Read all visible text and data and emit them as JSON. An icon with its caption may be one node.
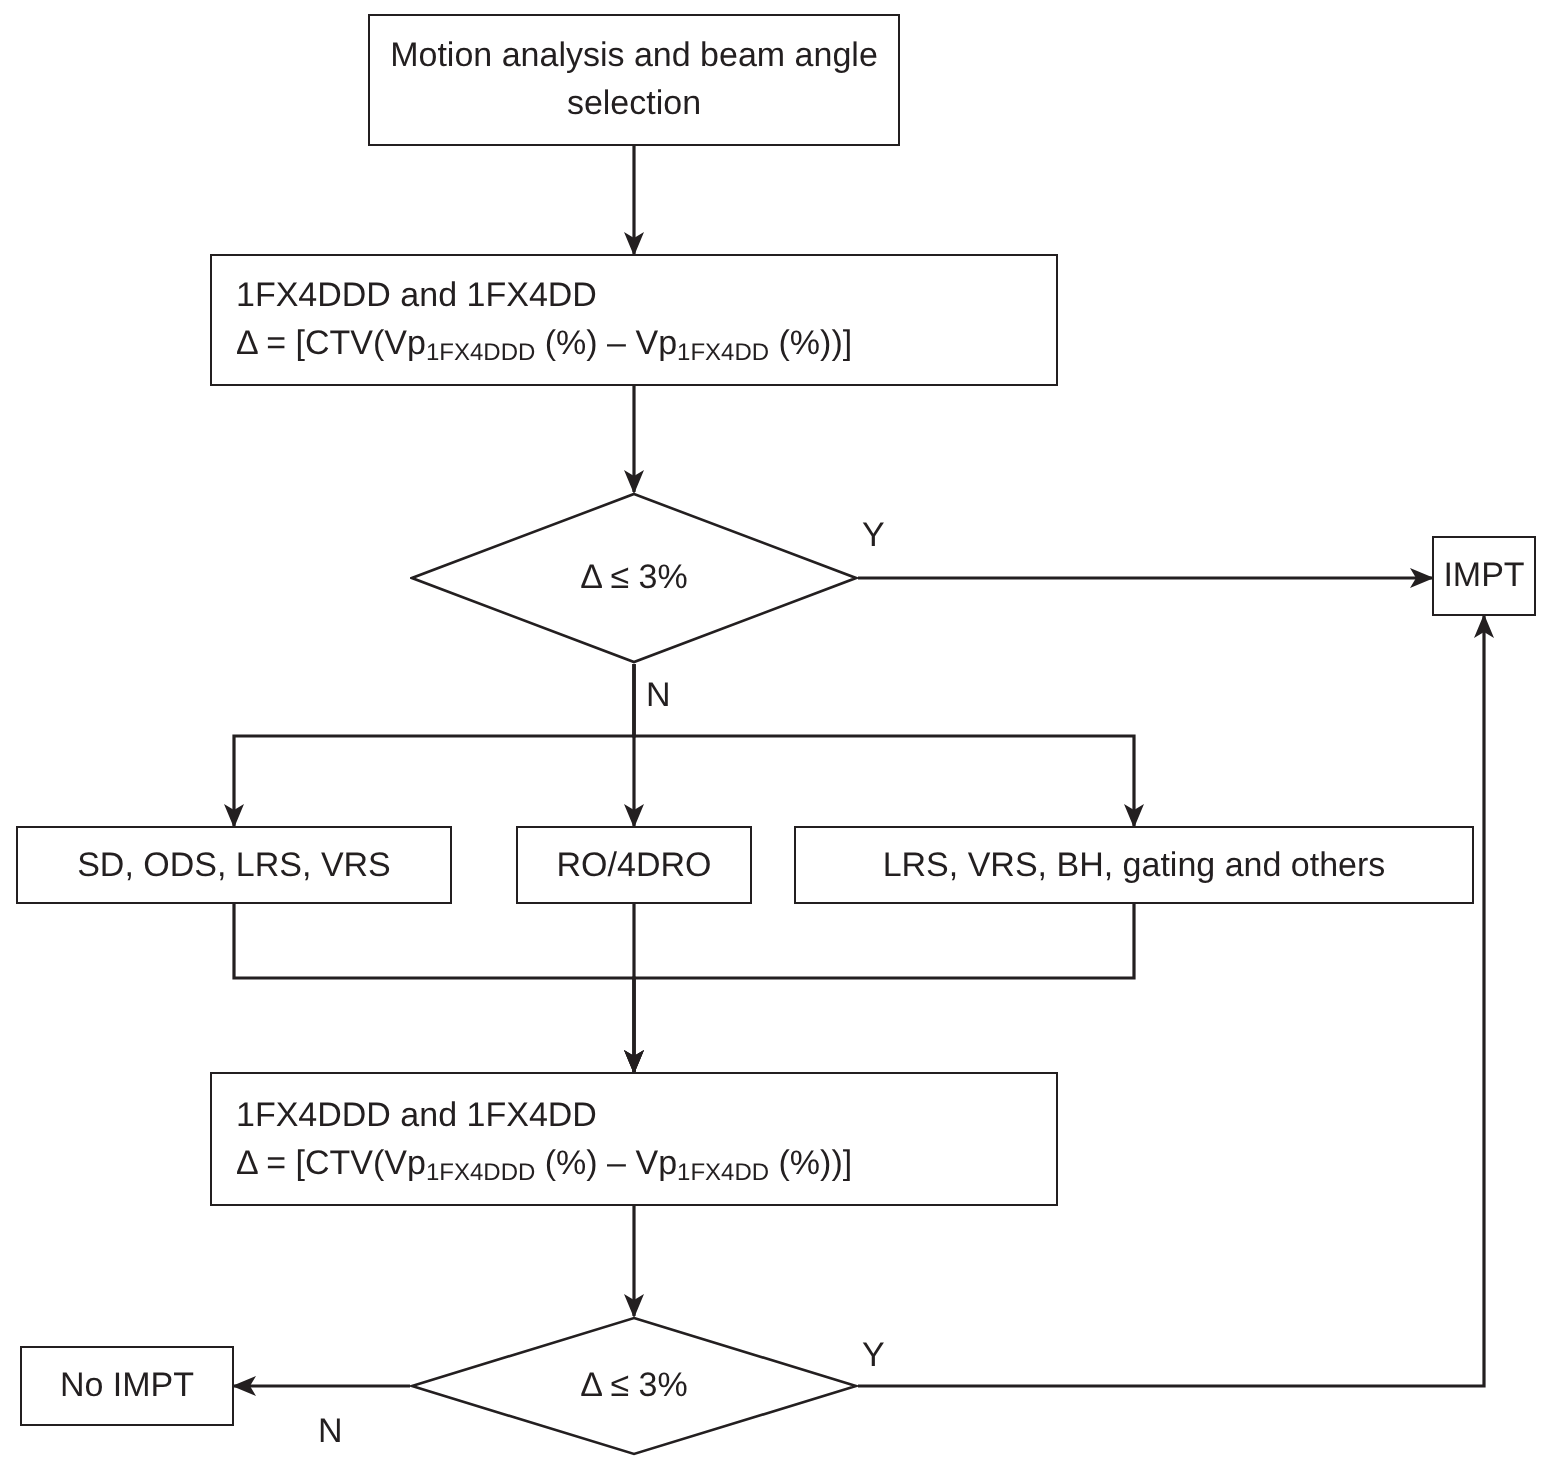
{
  "diagram": {
    "nodes": [
      {
        "text": [
          "Motion analysis and beam angle selection"
        ]
      },
      {
        "text": [
          "1FX4DDD and 1FX4DD",
          "Δ = [CTV(Vp$_{1FX4DDD}$ (%) – Vp$_{1FX4DD}$ (%))]"
        ]
      },
      {
        "text": [
          "Δ ≤ 3%"
        ]
      },
      {
        "text": [
          "IMPT"
        ]
      },
      {
        "text": [
          "SD, ODS, LRS, VRS"
        ]
      },
      {
        "text": [
          "RO/4DRO"
        ]
      },
      {
        "text": [
          "LRS, VRS, BH, gating and others"
        ]
      },
      {
        "text": [
          "1FX4DDD and 1FX4DD",
          "Δ = [CTV(Vp$_{1FX4DDD}$ (%) – Vp$_{1FX4DD}$ (%))]"
        ]
      },
      {
        "text": [
          "Δ ≤ 3%"
        ]
      },
      {
        "text": [
          "No IMPT"
        ]
      }
    ],
    "edges": [
      {
        "from": 0,
        "to": 1,
        "arrow": "to"
      },
      {
        "from": 1,
        "to": 2,
        "arrow": "to"
      },
      {
        "from": 2,
        "to": 3,
        "arrow": "to",
        "label": "Y"
      },
      {
        "from": 2,
        "to": 4,
        "arrow": "to"
      },
      {
        "from": 2,
        "to": 5,
        "arrow": "to",
        "label": "N"
      },
      {
        "from": 2,
        "to": 6,
        "arrow": "to"
      },
      {
        "from": 4,
        "to": 7,
        "arrow": "to"
      },
      {
        "from": 5,
        "to": 7,
        "arrow": "to"
      },
      {
        "from": 6,
        "to": 7,
        "arrow": "to"
      },
      {
        "from": 7,
        "to": 8,
        "arrow": "to"
      },
      {
        "from": 8,
        "to": 3,
        "arrow": "to",
        "label": "Y"
      },
      {
        "from": 8,
        "to": 9,
        "arrow": "to",
        "label": "N"
      }
    ]
  }
}
